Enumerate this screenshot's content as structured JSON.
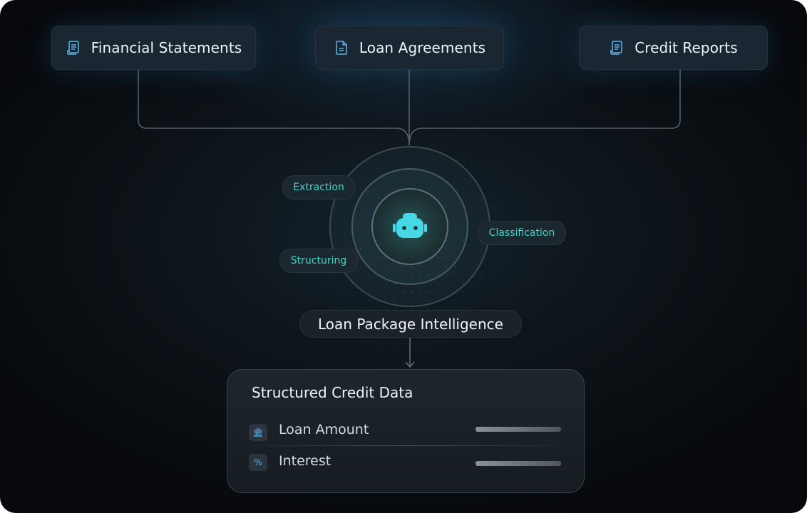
{
  "sources": [
    {
      "label": "Financial Statements",
      "icon": "statement-document-icon"
    },
    {
      "label": "Loan Agreements",
      "icon": "document-icon"
    },
    {
      "label": "Credit Reports",
      "icon": "report-document-icon"
    }
  ],
  "processes": {
    "extraction": "Extraction",
    "structuring": "Structuring",
    "classification": "Classification"
  },
  "engine": {
    "icon": "robot-icon",
    "label": "Loan Package Intelligence"
  },
  "output": {
    "title": "Structured Credit Data",
    "fields": [
      {
        "label": "Loan Amount",
        "icon": "bank-icon",
        "glyph": "🏛"
      },
      {
        "label": "Interest",
        "icon": "percent-icon",
        "glyph": "%"
      }
    ]
  },
  "colors": {
    "accent_teal": "#3fd6c8",
    "accent_blue": "#59b0e8",
    "background": "#0c1217"
  }
}
